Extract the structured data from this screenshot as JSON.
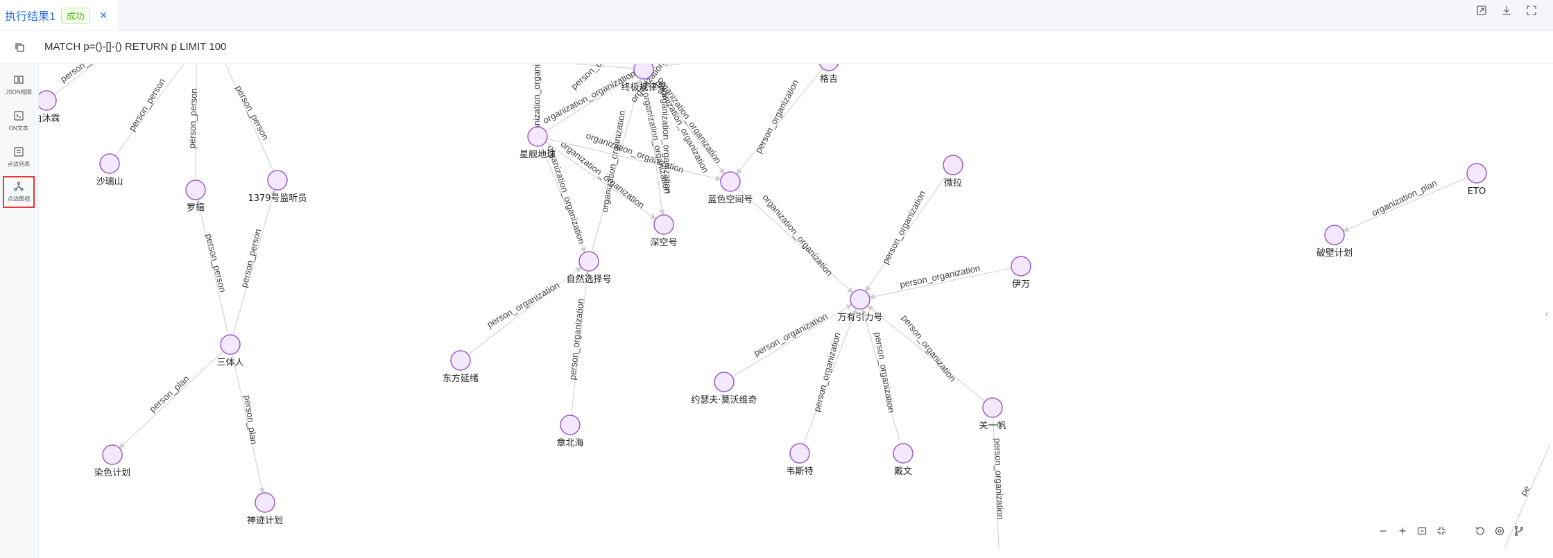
{
  "tab": {
    "title": "执行结果1",
    "status": "成功",
    "close": "×"
  },
  "query": {
    "text": "MATCH p=()-[]-() RETURN p LIMIT 100"
  },
  "sidebar": {
    "items": [
      {
        "label": "JSON视图"
      },
      {
        "label": "ON文本"
      },
      {
        "label": "点边列表"
      },
      {
        "label": "点边图视"
      }
    ]
  },
  "graph": {
    "node_fill": "#f3e8fd",
    "node_stroke": "#9b59d0",
    "edge_color": "#d4d4d4",
    "nodes": [
      {
        "id": "n_mu",
        "label": "由沐霖"
      },
      {
        "id": "n_sha",
        "label": "沙瑞山"
      },
      {
        "id": "n_luo",
        "label": "罗辑"
      },
      {
        "id": "n_1379",
        "label": "1379号监听员"
      },
      {
        "id": "n_stb",
        "label": "三体人"
      },
      {
        "id": "n_ran",
        "label": "染色计划"
      },
      {
        "id": "n_shen",
        "label": "神迹计划"
      },
      {
        "id": "n_zj",
        "label": "终极规律号"
      },
      {
        "id": "n_xj",
        "label": "星舰地球"
      },
      {
        "id": "n_lskj",
        "label": "蓝色空间号"
      },
      {
        "id": "n_sk",
        "label": "深空号"
      },
      {
        "id": "n_zrxz",
        "label": "自然选择号"
      },
      {
        "id": "n_dfyx",
        "label": "东方延绪"
      },
      {
        "id": "n_zbh",
        "label": "章北海"
      },
      {
        "id": "n_wl",
        "label": "微拉"
      },
      {
        "id": "n_yw",
        "label": "伊万"
      },
      {
        "id": "n_wyyl",
        "label": "万有引力号"
      },
      {
        "id": "n_ysf",
        "label": "约瑟夫·莫沃维奇"
      },
      {
        "id": "n_wst",
        "label": "韦斯特"
      },
      {
        "id": "n_dw",
        "label": "戴文"
      },
      {
        "id": "n_gyf",
        "label": "关一帆"
      },
      {
        "id": "n_eto",
        "label": "ETO"
      },
      {
        "id": "n_pb",
        "label": "破壁计划"
      },
      {
        "id": "n_top",
        "label": "格吉"
      }
    ],
    "edges": [
      {
        "label": "person_person"
      },
      {
        "label": "person_person"
      },
      {
        "label": "person_person"
      },
      {
        "label": "person_person"
      },
      {
        "label": "person_person"
      },
      {
        "label": "person_person"
      },
      {
        "label": "person_plan"
      },
      {
        "label": "person_plan"
      },
      {
        "label": "organization_organization"
      },
      {
        "label": "organization_organization"
      },
      {
        "label": "organization_organization"
      },
      {
        "label": "organization_organization"
      },
      {
        "label": "organization_organization"
      },
      {
        "label": "organization_organization"
      },
      {
        "label": "organization_organization"
      },
      {
        "label": "organization_organization"
      },
      {
        "label": "organization_organization"
      },
      {
        "label": "organization_organization"
      },
      {
        "label": "person_organization"
      },
      {
        "label": "person_organization"
      },
      {
        "label": "person_organization"
      },
      {
        "label": "person_organization"
      },
      {
        "label": "person_organization"
      },
      {
        "label": "person_organization"
      },
      {
        "label": "person_organization"
      },
      {
        "label": "person_organization"
      },
      {
        "label": "person_organization"
      },
      {
        "label": "organization_plan"
      },
      {
        "label": "organization_organization"
      },
      {
        "label": "person_organization"
      },
      {
        "label": "organization_organization"
      },
      {
        "label": "person_organization"
      },
      {
        "label": "pe"
      }
    ]
  }
}
